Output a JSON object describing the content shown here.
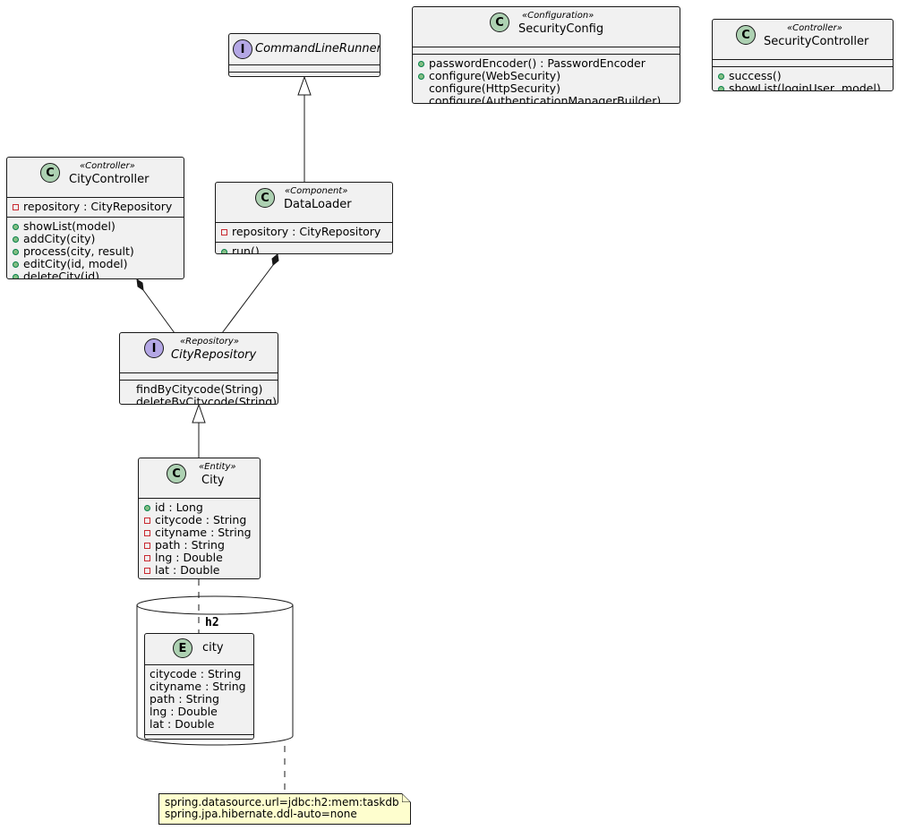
{
  "classes": {
    "commandlinerunner": {
      "name": "CommandLineRunner",
      "badge": "I"
    },
    "securityconfig": {
      "name": "SecurityConfig",
      "badge": "C",
      "stereotype": "«Configuration»",
      "methods": [
        {
          "vis": "public",
          "text": "passwordEncoder() : PasswordEncoder"
        },
        {
          "vis": "public",
          "text": "configure(WebSecurity)"
        },
        {
          "vis": "none",
          "text": "configure(HttpSecurity)"
        },
        {
          "vis": "none",
          "text": "configure(AuthenticationManagerBuilder)"
        }
      ]
    },
    "securitycontroller": {
      "name": "SecurityController",
      "badge": "C",
      "stereotype": "«Controller»",
      "methods": [
        {
          "vis": "public",
          "text": "success()"
        },
        {
          "vis": "public",
          "text": "showList(loginUser, model)"
        }
      ]
    },
    "citycontroller": {
      "name": "CityController",
      "badge": "C",
      "stereotype": "«Controller»",
      "fields": [
        {
          "vis": "private",
          "text": "repository : CityRepository"
        }
      ],
      "methods": [
        {
          "vis": "public",
          "text": "showList(model)"
        },
        {
          "vis": "public",
          "text": "addCity(city)"
        },
        {
          "vis": "public",
          "text": "process(city, result)"
        },
        {
          "vis": "public",
          "text": "editCity(id, model)"
        },
        {
          "vis": "public",
          "text": "deleteCity(id)"
        }
      ]
    },
    "dataloader": {
      "name": "DataLoader",
      "badge": "C",
      "stereotype": "«Component»",
      "fields": [
        {
          "vis": "private",
          "text": "repository : CityRepository"
        }
      ],
      "methods": [
        {
          "vis": "public",
          "text": "run()"
        }
      ]
    },
    "cityrepository": {
      "name": "CityRepository",
      "badge": "I",
      "stereotype": "«Repository»",
      "methods": [
        {
          "vis": "none",
          "text": "findByCitycode(String)"
        },
        {
          "vis": "none",
          "text": "deleteByCitycode(String)"
        }
      ]
    },
    "city": {
      "name": "City",
      "badge": "C",
      "stereotype": "«Entity»",
      "fields": [
        {
          "vis": "public",
          "text": "id : Long"
        },
        {
          "vis": "private",
          "text": "citycode : String"
        },
        {
          "vis": "private",
          "text": "cityname : String"
        },
        {
          "vis": "private",
          "text": "path : String"
        },
        {
          "vis": "private",
          "text": "lng : Double"
        },
        {
          "vis": "private",
          "text": "lat : Double"
        }
      ]
    }
  },
  "database": {
    "title": "h2",
    "entity": {
      "name": "city",
      "badge": "E",
      "fields": [
        {
          "vis": "none",
          "text": "citycode : String"
        },
        {
          "vis": "none",
          "text": "cityname : String"
        },
        {
          "vis": "none",
          "text": "path : String"
        },
        {
          "vis": "none",
          "text": "lng : Double"
        },
        {
          "vis": "none",
          "text": "lat : Double"
        }
      ]
    }
  },
  "note": {
    "lines": [
      "spring.datasource.url=jdbc:h2:mem:taskdb",
      "spring.jpa.hibernate.ddl-auto=none"
    ]
  },
  "colors": {
    "class_badge": "#add1b2",
    "interface_badge": "#b4a7e5",
    "box_fill": "#f1f1f1",
    "note_fill": "#fefece",
    "public_marker": "#84be84",
    "private_marker": "#c82930"
  }
}
